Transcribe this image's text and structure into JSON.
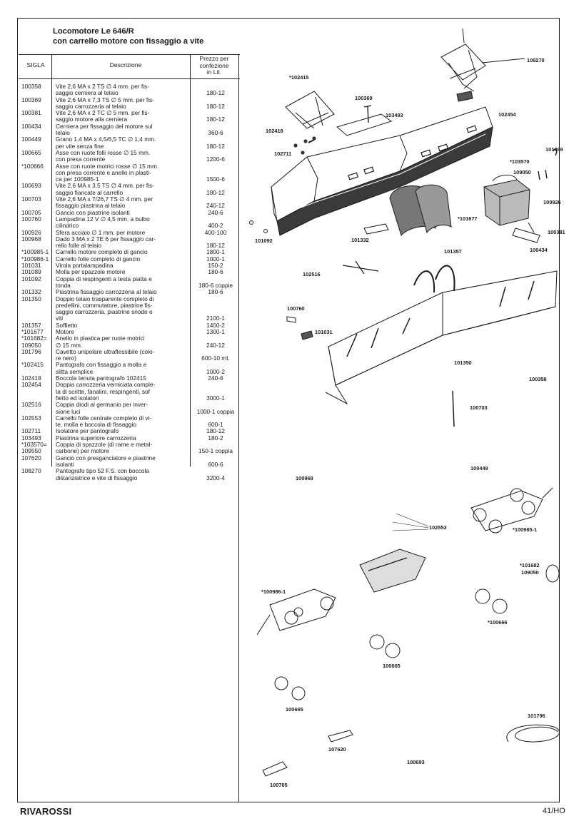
{
  "title_line1": "Locomotore Le 646/R",
  "title_line2": "con carrello motore con fissaggio a vite",
  "headers": {
    "sigla": "SIGLA",
    "descrizione": "Descrizione",
    "prezzo": [
      "Prezzo per",
      "confezione",
      "in Lit."
    ]
  },
  "rows": [
    {
      "code": "100358",
      "desc": [
        "Vite 2,6 MA x 2 TS ∅ 4 mm. per fis-",
        "saggio cerniera al telaio"
      ],
      "price": "180-12"
    },
    {
      "code": "100369",
      "desc": [
        "Vite 2,6 MA x 7,3 TS ∅ 5 mm. per fis-",
        "saggio carrozzeria al telaio"
      ],
      "price": "180-12"
    },
    {
      "code": "100381",
      "desc": [
        "Vite 2,6 MA x 2 TC ∅ 5 mm. per fis-",
        "saggio motore alla cerniera"
      ],
      "price": "180-12"
    },
    {
      "code": "100434",
      "desc": [
        "Cerniera per fissaggio del motore sul",
        "telaio"
      ],
      "price": "360-6"
    },
    {
      "code": "100449",
      "desc": [
        "Grano 1,4 MA x 4,5/6,5 TC ∅ 1,4 mm.",
        "per vite senza fine"
      ],
      "price": "180-12"
    },
    {
      "code": "100665",
      "desc": [
        "Asse con ruote folli rosse ∅ 15 mm.",
        "con presa corrente"
      ],
      "price": "1200-6"
    },
    {
      "code": "*100666",
      "desc": [
        "Asse con ruote motrici rosse ∅ 15 mm.",
        "con presa corrente e anello in plasti-",
        "ca per 100985-1"
      ],
      "price": "1500-6"
    },
    {
      "code": "100693",
      "desc": [
        "Vite 2,6 MA x 3,5 TS ∅ 4 mm. per fis-",
        "saggio fiancate al carrello"
      ],
      "price": "180-12"
    },
    {
      "code": "100703",
      "desc": [
        "Vite 2,6 MA x 7/26,7 TS ∅ 4 mm. per",
        "fissaggio piastrina al telaio"
      ],
      "price": "240-12"
    },
    {
      "code": "100705",
      "desc": [
        "Gancio con piastrine isolanti"
      ],
      "price": "240-6"
    },
    {
      "code": "100760",
      "desc": [
        "Lampadina 12 V ∅ 4,5 mm. a bulbo",
        "cilindrico"
      ],
      "price": "400-2"
    },
    {
      "code": "100926",
      "desc": [
        "Sfera acciaio ∅ 1 mm. per motore"
      ],
      "price": "400-100"
    },
    {
      "code": "100968",
      "desc": [
        "Dado 3 MA x 2 TE 6 per fissaggio car-",
        "rello folle al telaio"
      ],
      "price": "180-12"
    },
    {
      "code": "*100985-1",
      "desc": [
        "Carrello motore completo di gancio"
      ],
      "price": "1800-1"
    },
    {
      "code": "*100986-1",
      "desc": [
        "Carrello folle completo di gancio"
      ],
      "price": "1000-1"
    },
    {
      "code": "101031",
      "desc": [
        "Virola portalampadina"
      ],
      "price": "150-2"
    },
    {
      "code": "101089",
      "desc": [
        "Molla per spazzole motore"
      ],
      "price": "180-6"
    },
    {
      "code": "101092",
      "desc": [
        "Coppia di respingenti a testa piatta e",
        "tonda"
      ],
      "price": "180-6 coppie"
    },
    {
      "code": "101332",
      "desc": [
        "Piastrina fissaggio carrozzeria al telaio"
      ],
      "price": "180-6"
    },
    {
      "code": "101350",
      "desc": [
        "Doppio telaio trasparente completo di",
        "predellini, commutatore, piastrine fis-",
        "saggio carrozzeria, piastrine snodo e",
        "viti"
      ],
      "price": "2100-1"
    },
    {
      "code": "101357",
      "desc": [
        "Soffietto"
      ],
      "price": "1400-2"
    },
    {
      "code": "*101677",
      "desc": [
        "Motore"
      ],
      "price": "1300-1"
    },
    {
      "code": "*101682=",
      "desc": [
        "Anello in plastica per ruote motrici"
      ],
      "price": ""
    },
    {
      "code": "109050",
      "desc": [
        "∅ 15 mm."
      ],
      "price": "240-12"
    },
    {
      "code": "101796",
      "desc": [
        "Cavetto unipolare ultraflessibile (colo-",
        "re nero)"
      ],
      "price": "600-10 mt."
    },
    {
      "code": "*102415",
      "desc": [
        "Pantografo con fissaggio a molla e",
        "slitta semplice"
      ],
      "price": "1000-2"
    },
    {
      "code": "102418",
      "desc": [
        "Boccola tenuta pantografo 102415"
      ],
      "price": "240-6"
    },
    {
      "code": "102454",
      "desc": [
        "Doppia carrozzeria verniciata comple-",
        "ta di scritte, fanalini, respingenti, sof",
        "fietto ed isolatori"
      ],
      "price": "3000-1"
    },
    {
      "code": "102516",
      "desc": [
        "Coppia diodi al germanio per inver-",
        "sione luci"
      ],
      "price": "1000-1 coppia"
    },
    {
      "code": "102553",
      "desc": [
        "Carrello folle centrale completo di vi-",
        "te, molla e boccola di fissaggio"
      ],
      "price": "600-1"
    },
    {
      "code": "102711",
      "desc": [
        "Isolatore per pantografo"
      ],
      "price": "180-12"
    },
    {
      "code": "103493",
      "desc": [
        "Piastrina superiore carrozzeria"
      ],
      "price": "180-2"
    },
    {
      "code": "*103570=",
      "desc": [
        "Coppia di spazzole (di rame e metal-"
      ],
      "price": ""
    },
    {
      "code": "109550",
      "desc": [
        "carbone) per motore"
      ],
      "price": "150-1 coppia"
    },
    {
      "code": "107620",
      "desc": [
        "Gancio con presganciatore e piastrine",
        "isolanti"
      ],
      "price": "600-6"
    },
    {
      "code": "108270",
      "desc": [
        "Pantografo tipo 52 F.S. con boccola",
        "distanziatrice e vite di fissaggio"
      ],
      "price": "3200-4"
    }
  ],
  "labels": {
    "l108270": "108270",
    "l102415": "*102415",
    "l100369": "100369",
    "l103493": "103493",
    "l102454": "102454",
    "l102418": "102418",
    "l102711": "102711",
    "l101089": "101089",
    "l103570": "*103570",
    "l109050a": "109050",
    "l100926": "100926",
    "l101677": "*101677",
    "l100381": "100381",
    "l100434": "100434",
    "l101092": "101092",
    "l101332": "101332",
    "l101357": "101357",
    "l102516": "102516",
    "l100760": "100760",
    "l101031": "101031",
    "l101350": "101350",
    "l100358": "100358",
    "l100703": "100703",
    "l100449": "100449",
    "l100968": "100968",
    "l102553": "102553",
    "l100985": "*100985-1",
    "l101682": "*101682",
    "l109050b": "109050",
    "l100986": "*100986-1",
    "l100666": "*100666",
    "l100665a": "100665",
    "l100665b": "100665",
    "l101796": "101796",
    "l107620": "107620",
    "l100693": "100693",
    "l100705": "100705"
  },
  "brand": "RIVAROSSI",
  "page": "41/HO"
}
